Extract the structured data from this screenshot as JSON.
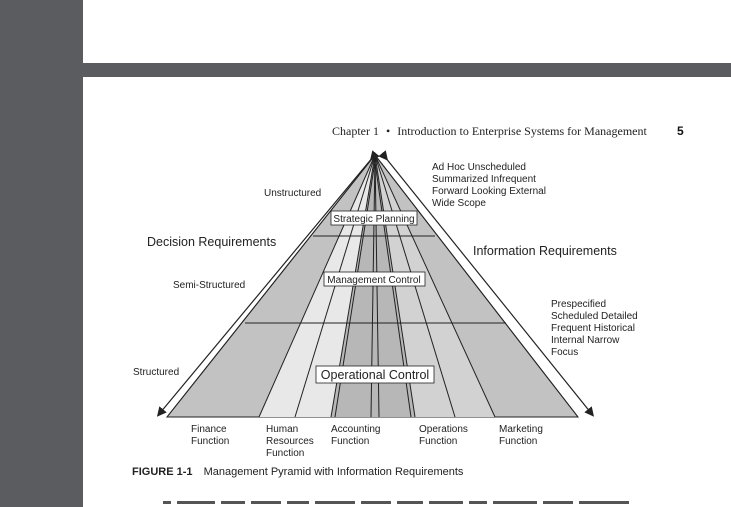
{
  "running_head": {
    "chapter": "Chapter 1",
    "bullet": "•",
    "title": "Introduction to Enterprise Systems for Management",
    "page_number": "5"
  },
  "figure": {
    "levels": {
      "strategic": "Strategic Planning",
      "management": "Management Control",
      "operational": "Operational Control"
    },
    "decision": {
      "heading": "Decision Requirements",
      "unstructured": "Unstructured",
      "semi_structured": "Semi-Structured",
      "structured": "Structured"
    },
    "information": {
      "heading": "Information Requirements",
      "top_lines": [
        "Ad Hoc Unscheduled",
        "Summarized Infrequent",
        "Forward Looking External",
        "Wide Scope"
      ],
      "bottom_lines": [
        "Prespecified",
        "Scheduled Detailed",
        "Frequent Historical",
        "Internal Narrow",
        "Focus"
      ]
    },
    "functions": {
      "finance": [
        "Finance",
        "Function"
      ],
      "hr": [
        "Human",
        "Resources",
        "Function"
      ],
      "accounting": [
        "Accounting",
        "Function"
      ],
      "operations": [
        "Operations",
        "Function"
      ],
      "marketing": [
        "Marketing",
        "Function"
      ]
    },
    "colors": {
      "dark_face": "#b9b9b9",
      "mid_face": "#cdcdcd",
      "light_face": "#e7e7e7",
      "line": "#222222"
    }
  },
  "caption": {
    "label": "FIGURE 1-1",
    "text": "Management Pyramid with Information Requirements"
  }
}
